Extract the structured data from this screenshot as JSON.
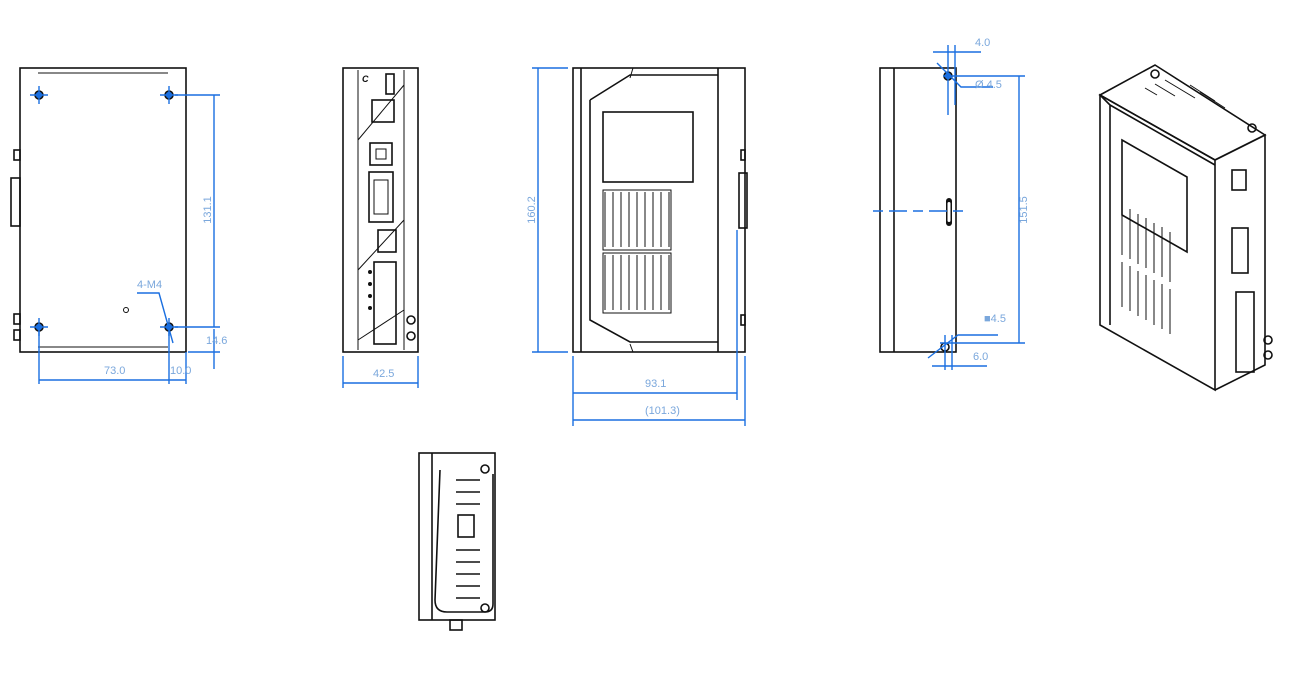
{
  "drawing": {
    "rear_view": {
      "height_holes": "131.1",
      "bottom_offset": "14.6",
      "hole_spacing": "73.0",
      "edge_offset": "10.0",
      "thread_note": "4-M4"
    },
    "front_view": {
      "width": "42.5"
    },
    "side_view": {
      "height": "160.2",
      "depth": "93.1",
      "overall_depth": "(101.3)"
    },
    "mount_view": {
      "hole_offset": "4.0",
      "hole_diameter": "Ø 4.5",
      "hole_spacing": "151.5",
      "slot_size": "■4.5",
      "slot_offset": "6.0"
    }
  },
  "colors": {
    "dimension": "#1a6fe0",
    "dimension_text": "#7aa7dc",
    "outline": "#111111"
  }
}
